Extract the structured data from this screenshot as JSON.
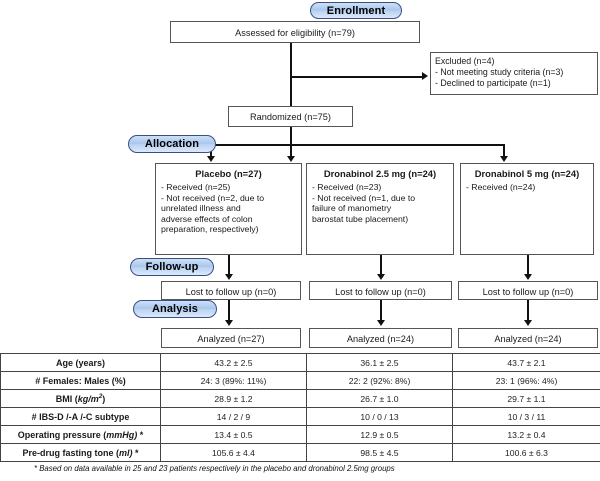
{
  "diagram": {
    "title": "CONSORT participant flow diagram",
    "stages": [
      {
        "id": "enrollment",
        "label": "Enrollment"
      },
      {
        "id": "allocation",
        "label": "Allocation"
      },
      {
        "id": "followup",
        "label": "Follow-up"
      },
      {
        "id": "analysis",
        "label": "Analysis"
      }
    ],
    "enrollment": {
      "assessed": "Assessed for eligibility (n=79)",
      "excluded": {
        "heading": "Excluded  (n=4)",
        "reasons": [
          "- Not meeting study criteria (n=3)",
          "- Declined to participate (n=1)"
        ]
      },
      "randomized": "Randomized (n=75)"
    },
    "arms": [
      {
        "id": "placebo",
        "title": "Placebo (n=27)",
        "lines": [
          "- Received (n=25)",
          "- Not received (n=2, due to",
          "unrelated illness and",
          "adverse effects of colon",
          "preparation, respectively)"
        ],
        "lost": "Lost to follow up (n=0)",
        "analyzed": "Analyzed (n=27)"
      },
      {
        "id": "dronabinol-2-5",
        "title": "Dronabinol 2.5 mg (n=24)",
        "lines": [
          "- Received (n=23)",
          "- Not received (n=1, due to",
          "failure of manometry",
          "barostat tube placement)"
        ],
        "lost": "Lost to follow up (n=0)",
        "analyzed": "Analyzed (n=24)"
      },
      {
        "id": "dronabinol-5",
        "title": "Dronabinol 5 mg (n=24)",
        "lines": [
          "- Received (n=24)"
        ],
        "lost": "Lost to follow up (n=0)",
        "analyzed": "Analyzed (n=24)"
      }
    ]
  },
  "table": {
    "rows": [
      {
        "label_html": "Age (years)",
        "values": [
          "43.2 ± 2.5",
          "36.1 ± 2.5",
          "43.7 ± 2.1"
        ]
      },
      {
        "label_html": "# Females: Males (%)",
        "values": [
          "24: 3 (89%: 11%)",
          "22: 2 (92%: 8%)",
          "23: 1 (96%: 4%)"
        ]
      },
      {
        "label_html": "BMI (<em>kg/m<sup>2</sup></em>)",
        "values": [
          "28.9 ± 1.2",
          "26.7 ± 1.0",
          "29.7 ± 1.1"
        ]
      },
      {
        "label_html": "#  IBS-D /-A /-C subtype",
        "values": [
          "14 / 2 / 9",
          "10 / 0 / 13",
          "10 / 3 / 11"
        ]
      },
      {
        "label_html": "Operating pressure (<em>mmHg)</em> *",
        "values": [
          "13.4 ± 0.5",
          "12.9 ± 0.5",
          "13.2 ± 0.4"
        ]
      },
      {
        "label_html": "Pre-drug fasting tone (<em>ml)</em> *",
        "values": [
          "105.6 ± 4.4",
          "98.5 ± 4.5",
          "100.6 ± 6.3"
        ]
      }
    ],
    "footnote": "* Based on data available in 25 and 23 patients respectively in the placebo and dronabinol 2.5mg groups"
  },
  "colors": {
    "pill_border": "#3a4f8a",
    "pill_fill_top": "#cfe0f5",
    "pill_fill_mid": "#a8c6ec",
    "box_border": "#555555",
    "connector": "#111111",
    "background": "#ffffff"
  }
}
